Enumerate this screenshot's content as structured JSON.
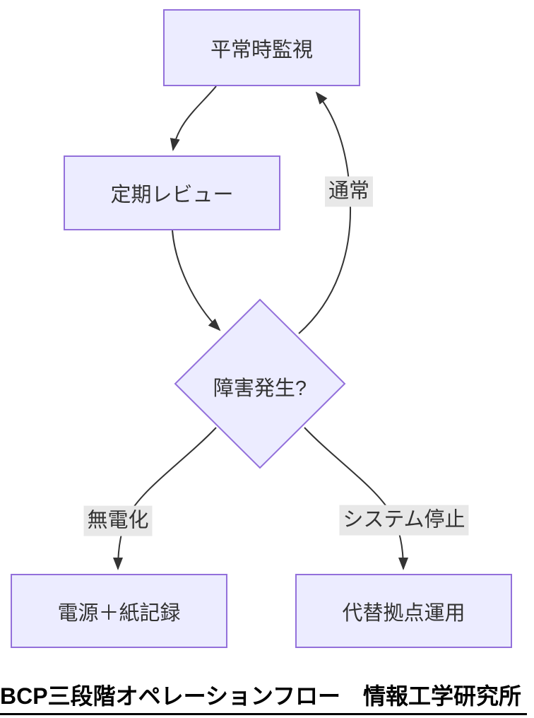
{
  "diagram": {
    "type": "flowchart",
    "nodes": {
      "monitor": {
        "label": "平常時監視",
        "shape": "rect"
      },
      "review": {
        "label": "定期レビュー",
        "shape": "rect"
      },
      "decision": {
        "label": "障害発生?",
        "shape": "diamond"
      },
      "paper": {
        "label": "電源＋紙記録",
        "shape": "rect"
      },
      "altsite": {
        "label": "代替拠点運用",
        "shape": "rect"
      }
    },
    "edges": [
      {
        "from": "monitor",
        "to": "review",
        "label": ""
      },
      {
        "from": "review",
        "to": "decision",
        "label": ""
      },
      {
        "from": "decision",
        "to": "monitor",
        "label": "通常"
      },
      {
        "from": "decision",
        "to": "paper",
        "label": "無電化"
      },
      {
        "from": "decision",
        "to": "altsite",
        "label": "システム停止"
      }
    ],
    "edge_labels": {
      "normal": "通常",
      "no_power": "無電化",
      "system_down": "システム停止"
    },
    "title": "BCP三段階オペレーションフロー　情報工学研究所",
    "colors": {
      "node_fill": "#ECECFF",
      "node_border": "#9370DB",
      "edge_line": "#333333",
      "edge_label_bg": "#e8e8e8",
      "node_text": "#333333",
      "title_text": "#000000",
      "background": "#ffffff"
    }
  }
}
